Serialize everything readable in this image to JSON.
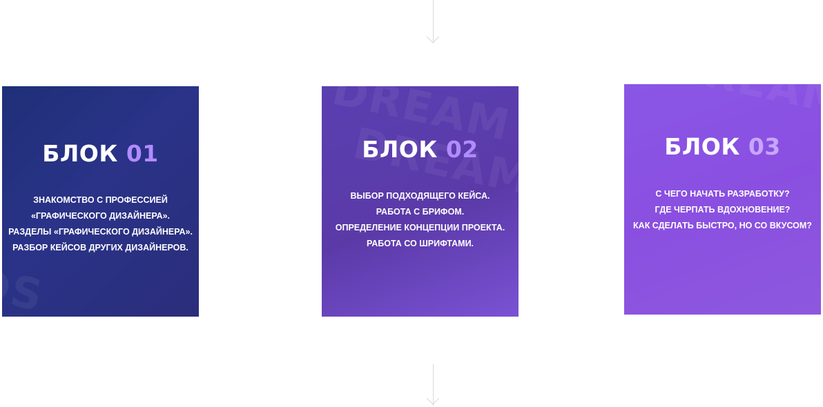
{
  "cards": [
    {
      "title_word": "БЛОК",
      "title_number": "01",
      "lines": [
        "ЗНАКОМСТВО С ПРОФЕССИЕЙ",
        "«ГРАФИЧЕСКОГО ДИЗАЙНЕРА».",
        "РАЗДЕЛЫ «ГРАФИЧЕСКОГО ДИЗАЙНЕРА».",
        "РАЗБОР КЕЙСОВ ДРУГИХ ДИЗАЙНЕРОВ."
      ]
    },
    {
      "title_word": "БЛОК",
      "title_number": "02",
      "lines": [
        "ВЫБОР ПОДХОДЯЩЕГО КЕЙСА.",
        "РАБОТА С БРИФОМ.",
        "ОПРЕДЕЛЕНИЕ КОНЦЕПЦИИ ПРОЕКТА.",
        "РАБОТА СО ШРИФТАМИ."
      ]
    },
    {
      "title_word": "БЛОК",
      "title_number": "03",
      "lines": [
        "С ЧЕГО НАЧАТЬ РАЗРАБОТКУ?",
        "ГДЕ ЧЕРПАТЬ ВДОХНОВЕНИЕ?",
        "КАК СДЕЛАТЬ БЫСТРО, НО СО ВКУСОМ?"
      ]
    }
  ],
  "colors": {
    "card_1": "#28307f",
    "card_2": "#5c3dad",
    "card_3": "#8a52e2",
    "number_accent": "#b18bff",
    "arrow": "#d9d9d9"
  },
  "icons": {
    "top_arrow": "arrow-down-icon",
    "bottom_arrow": "arrow-down-icon"
  }
}
